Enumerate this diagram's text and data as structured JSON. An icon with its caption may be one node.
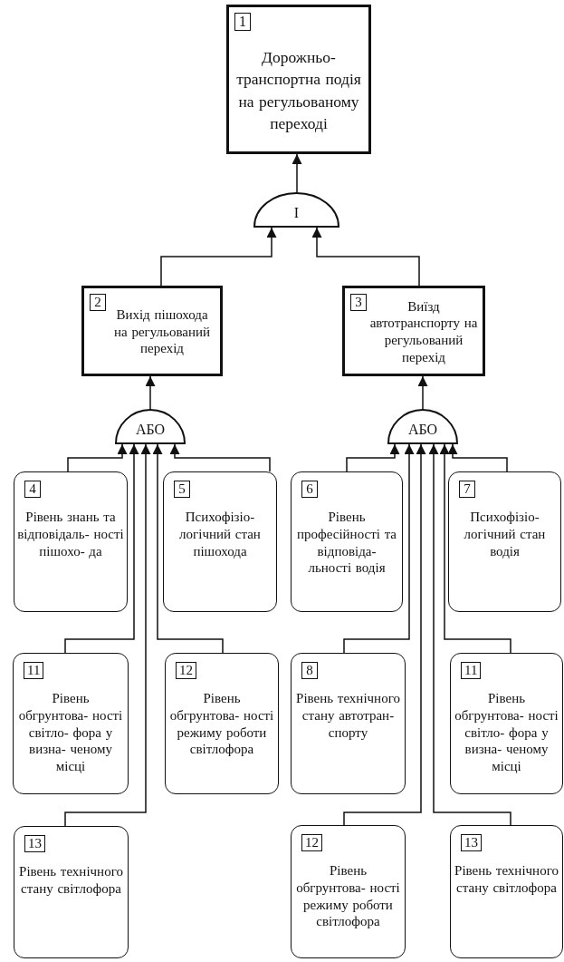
{
  "diagram": {
    "nodes": [
      {
        "text": [
          "1",
          "Дорожньо-транспортна подія на регульованому переході"
        ]
      },
      {
        "text": [
          "I"
        ]
      },
      {
        "text": [
          "2",
          "Вихід пішохода на регульований перехід"
        ]
      },
      {
        "text": [
          "3",
          "Виїзд автотранспорту на регульований перехід"
        ]
      },
      {
        "text": [
          "АБО"
        ]
      },
      {
        "text": [
          "АБО"
        ]
      },
      {
        "text": [
          "4",
          "Рівень знань та відповідаль- ності пішохо- да"
        ]
      },
      {
        "text": [
          "5",
          "Психофізіо- логічний стан пішохода"
        ]
      },
      {
        "text": [
          "11",
          "Рівень обгрунтова- ності світло- фора у визна- ченому місці"
        ]
      },
      {
        "text": [
          "12",
          "Рівень обгрунтова- ності режиму роботи світлофора"
        ]
      },
      {
        "text": [
          "13",
          "Рівень технічного стану світлофора"
        ]
      },
      {
        "text": [
          "6",
          "Рівень професійності та відповіда- льності водія"
        ]
      },
      {
        "text": [
          "7",
          "Психофізіо- логічний стан водія"
        ]
      },
      {
        "text": [
          "8",
          "Рівень технічного стану автотран- спорту"
        ]
      },
      {
        "text": [
          "11",
          "Рівень обгрунтова- ності світло- фора у визна- ченому місці"
        ]
      },
      {
        "text": [
          "12",
          "Рівень обгрунтова- ності режиму роботи світлофора"
        ]
      },
      {
        "text": [
          "13",
          "Рівень технічного стану світлофора"
        ]
      }
    ],
    "edges": [
      {
        "from": 1,
        "to": 0,
        "arrow": "to"
      },
      {
        "from": 2,
        "to": 1,
        "arrow": "to"
      },
      {
        "from": 3,
        "to": 1,
        "arrow": "to"
      },
      {
        "from": 4,
        "to": 2,
        "arrow": "to"
      },
      {
        "from": 5,
        "to": 3,
        "arrow": "to"
      },
      {
        "from": 6,
        "to": 4,
        "arrow": "to"
      },
      {
        "from": 8,
        "to": 4,
        "arrow": "to"
      },
      {
        "from": 10,
        "to": 4,
        "arrow": "to"
      },
      {
        "from": 9,
        "to": 4,
        "arrow": "to"
      },
      {
        "from": 7,
        "to": 4,
        "arrow": "to"
      },
      {
        "from": 11,
        "to": 5,
        "arrow": "to"
      },
      {
        "from": 13,
        "to": 5,
        "arrow": "to"
      },
      {
        "from": 15,
        "to": 5,
        "arrow": "to"
      },
      {
        "from": 16,
        "to": 5,
        "arrow": "to"
      },
      {
        "from": 14,
        "to": 5,
        "arrow": "to"
      },
      {
        "from": 12,
        "to": 5,
        "arrow": "to"
      }
    ]
  }
}
